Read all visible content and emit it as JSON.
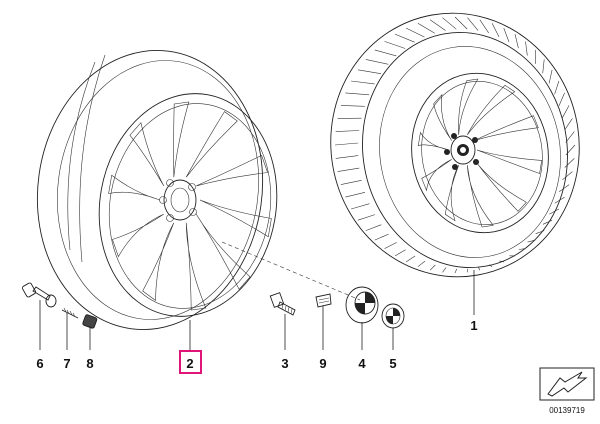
{
  "parts": [
    {
      "label": "1",
      "name": "Complete wheel with tyre"
    },
    {
      "label": "2",
      "name": "Light alloy rim"
    },
    {
      "label": "3",
      "name": "Wheel bolt"
    },
    {
      "label": "4",
      "name": "Hub cap"
    },
    {
      "label": "5",
      "name": "Emblem"
    },
    {
      "label": "6",
      "name": "Valve"
    },
    {
      "label": "7",
      "name": "Valve insert"
    },
    {
      "label": "8",
      "name": "Valve cap"
    },
    {
      "label": "9",
      "name": "Balance weight"
    }
  ],
  "highlighted_part": "2",
  "highlight_color": "#e0157a",
  "diagram_ref": "00139719",
  "arrow_icon": "direction-arrow-icon"
}
